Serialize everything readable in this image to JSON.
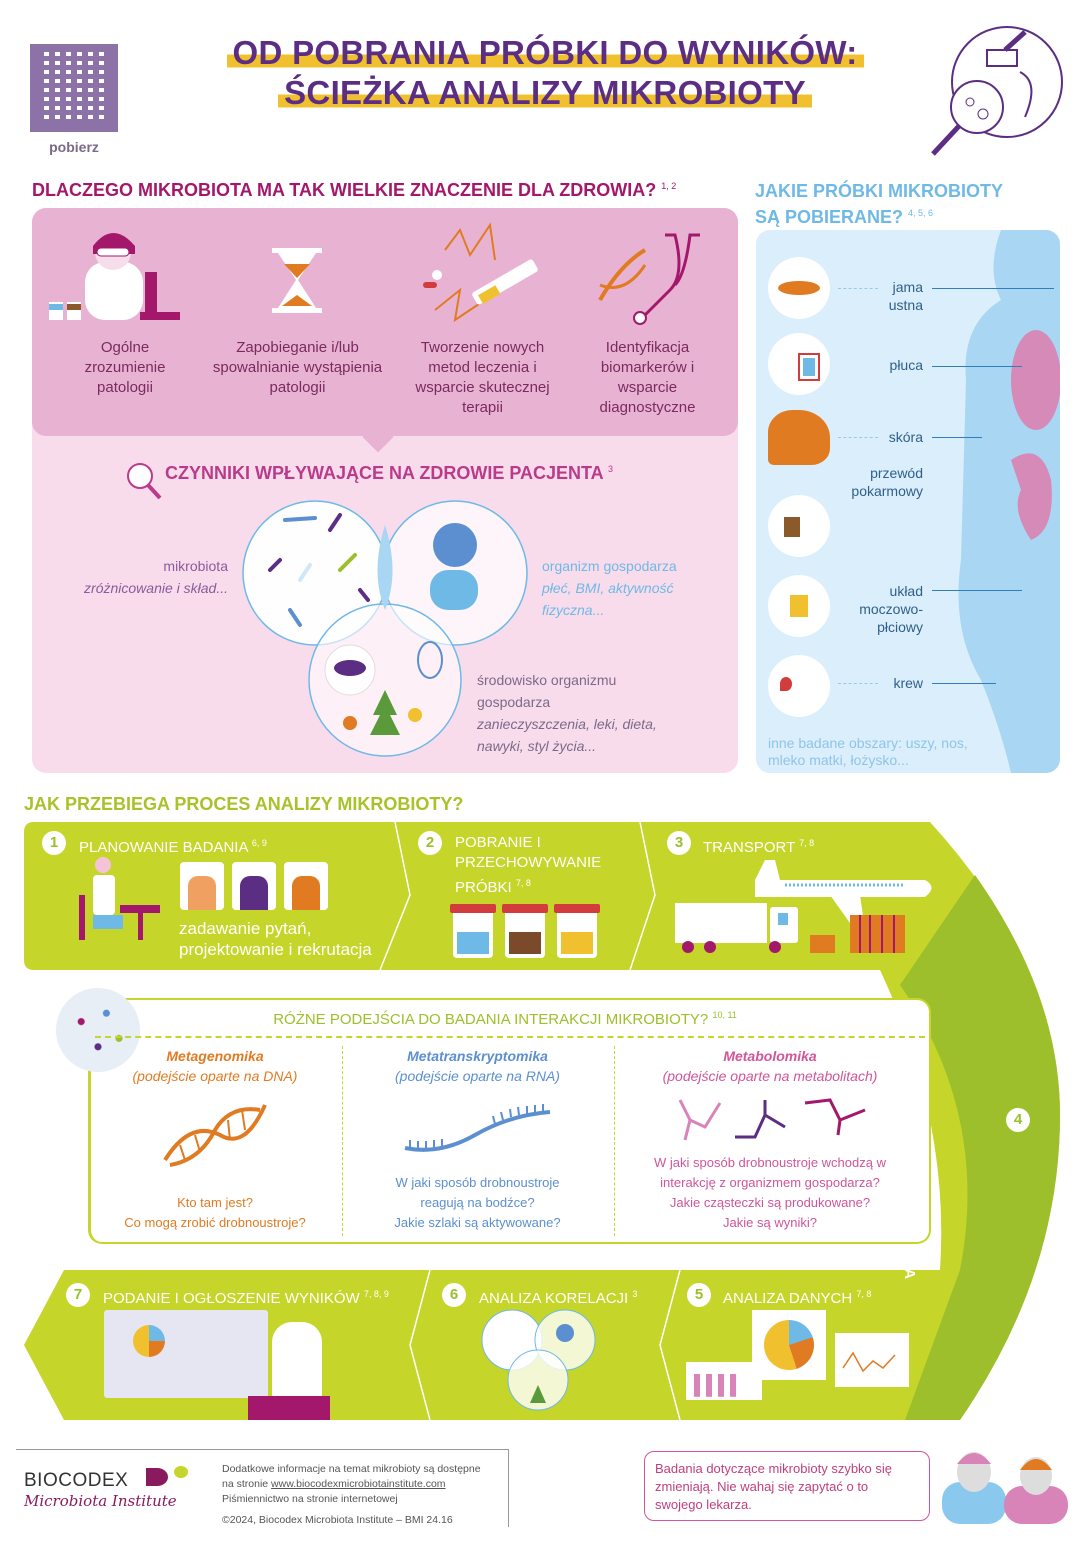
{
  "header": {
    "qr_label": "pobierz",
    "title_line1": "OD POBRANIA PRÓBKI DO WYNIKÓW:",
    "title_line2": "ŚCIEŻKA ANALIZY MIKROBIOTY"
  },
  "why": {
    "heading": "DLACZEGO MIKROBIOTA MA TAK WIELKIE ZNACZENIE DLA ZDROWIA?",
    "heading_refs": "1, 2",
    "items": [
      {
        "label": "Ogólne zrozumienie patologii",
        "icon": "doctor-microscope-icon"
      },
      {
        "label": "Zapobieganie i/lub spowalnianie wystąpienia patologii",
        "icon": "hourglass-icon"
      },
      {
        "label": "Tworzenie nowych metod leczenia i wsparcie skutecznej terapii",
        "icon": "syringe-pills-icon"
      },
      {
        "label": "Identyfikacja biomarkerów i wsparcie diagnostyczne",
        "icon": "dna-stethoscope-icon"
      }
    ]
  },
  "factors": {
    "heading": "CZYNNIKI WPŁYWAJĄCE NA ZDROWIE PACJENTA",
    "heading_refs": "3",
    "microbiota_title": "mikrobiota",
    "microbiota_sub": "zróżnicowanie i skład...",
    "host_title": "organizm gospodarza",
    "host_sub": "płeć, BMI, aktywność fizyczna...",
    "env_title": "środowisko organizmu gospodarza",
    "env_sub": "zanieczyszczenia, leki, dieta, nawyki, styl życia..."
  },
  "samples": {
    "heading_line1": "JAKIE PRÓBKI MIKROBIOTY",
    "heading_line2": "SĄ POBIERANE?",
    "heading_refs": "4, 5, 6",
    "organs": [
      "jama ustna",
      "płuca",
      "skóra",
      "przewód pokarmowy",
      "układ moczowo-płciowy",
      "krew"
    ],
    "other": "inne badane obszary: uszy, nos, mleko matki, łożysko..."
  },
  "process": {
    "heading": "JAK PRZEBIEGA PROCES ANALIZY MIKROBIOTY?",
    "steps": [
      {
        "num": "1",
        "title": "PLANOWANIE BADANIA",
        "refs": "6, 9",
        "desc": "zadawanie pytań, projektowanie i rekrutacja"
      },
      {
        "num": "2",
        "title": "POBRANIE I PRZECHOWYWANIE PRÓBKI",
        "refs": "7, 8"
      },
      {
        "num": "3",
        "title": "TRANSPORT",
        "refs": "7, 8"
      },
      {
        "num": "4",
        "title": "PRÓBKA I ANALIZA BIOLOGICZNA"
      },
      {
        "num": "5",
        "title": "ANALIZA DANYCH",
        "refs": "7, 8"
      },
      {
        "num": "6",
        "title": "ANALIZA KORELACJI",
        "refs": "3"
      },
      {
        "num": "7",
        "title": "PODANIE I OGŁOSZENIE WYNIKÓW",
        "refs": "7, 8, 9"
      }
    ],
    "approaches": {
      "heading": "RÓŻNE PODEJŚCIA DO BADANIA INTERAKCJI MIKROBIOTY?",
      "refs": "10, 11",
      "columns": [
        {
          "title": "Metagenomika",
          "sub": "(podejście oparte na DNA)",
          "q1": "Kto tam jest?",
          "q2": "Co mogą zrobić drobnoustroje?",
          "color": "#e07b22"
        },
        {
          "title": "Metatranskryptomika",
          "sub": "(podejście oparte na RNA)",
          "q1": "W jaki sposób drobnoustroje reagują na bodźce?",
          "q2": "Jakie szlaki są aktywowane?",
          "color": "#5b8fd0"
        },
        {
          "title": "Metabolomika",
          "sub": "(podejście oparte na metabolitach)",
          "q1": "W jaki sposób drobnoustroje wchodzą w interakcję z organizmem gospodarza?",
          "q2": "Jakie cząsteczki są produkowane? Jakie są wyniki?",
          "color": "#d0559a"
        }
      ]
    }
  },
  "footer": {
    "brand": "BIOCODEX",
    "brand_sub": "Microbiota Institute",
    "info_line1": "Dodatkowe informacje na temat mikrobioty są dostępne",
    "info_line2_prefix": "na stronie",
    "info_link": "www.biocodexmicrobiotainstitute.com",
    "info_line3": "Piśmiennictwo na stronie internetowej",
    "copyright": "©2024, Biocodex Microbiota Institute  –  BMI 24.16",
    "notice": "Badania dotyczące mikrobioty szybko się zmieniają. Nie wahaj się zapytać o to swojego lekarza."
  },
  "colors": {
    "purple": "#5b2d83",
    "yellow": "#f0c02e",
    "magenta": "#a3186b",
    "pink": "#e8b3d3",
    "light_pink": "#f9dcec",
    "blue": "#6eb9e6",
    "lime": "#c5d52a",
    "green": "#9cbf2b"
  }
}
